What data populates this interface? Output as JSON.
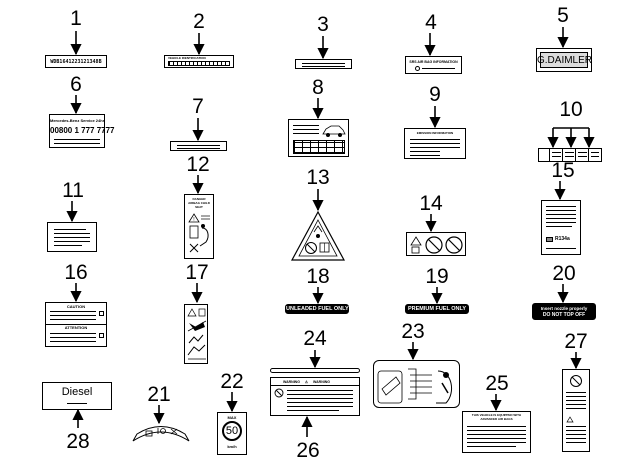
{
  "parts": [
    {
      "id": "1",
      "text": "WDB1641223121348B"
    },
    {
      "id": "2",
      "text": "VEHICLE IDENTIFICATION"
    },
    {
      "id": "3",
      "text": ""
    },
    {
      "id": "4",
      "text": "SRS AIR BAG INFORMATION"
    },
    {
      "id": "5",
      "text": "G.DAIMLER"
    },
    {
      "id": "6",
      "text": "Mercedes-Benz Service 24hr",
      "phone": "00800 1 777 7777"
    },
    {
      "id": "7",
      "text": ""
    },
    {
      "id": "8",
      "text": ""
    },
    {
      "id": "9",
      "text": "EMISSION INFORMATION"
    },
    {
      "id": "10",
      "text": ""
    },
    {
      "id": "11",
      "text": ""
    },
    {
      "id": "12",
      "text": "DANGER AIRBAG CHILD SEAT"
    },
    {
      "id": "13",
      "text": ""
    },
    {
      "id": "14",
      "text": ""
    },
    {
      "id": "15",
      "text": "R134a"
    },
    {
      "id": "16",
      "text": "CAUTION",
      "text2": "ATTENTION"
    },
    {
      "id": "17",
      "text": ""
    },
    {
      "id": "18",
      "text": "UNLEADED FUEL ONLY"
    },
    {
      "id": "19",
      "text": "PREMIUM FUEL ONLY"
    },
    {
      "id": "20",
      "text": "Insert nozzle properly",
      "text2": "DO NOT TOP OFF"
    },
    {
      "id": "21",
      "text": ""
    },
    {
      "id": "22",
      "text": "MAX",
      "speed": "50",
      "unit": "km/h"
    },
    {
      "id": "23",
      "text": ""
    },
    {
      "id": "24",
      "text": ""
    },
    {
      "id": "25",
      "text": "THIS VEHICLE IS EQUIPPED WITH",
      "text2": "ADVANCED AIR BAGS"
    },
    {
      "id": "26",
      "text": "WARNING",
      "text2": "WARNING"
    },
    {
      "id": "27",
      "text": ""
    },
    {
      "id": "28",
      "text": "Diesel"
    }
  ]
}
